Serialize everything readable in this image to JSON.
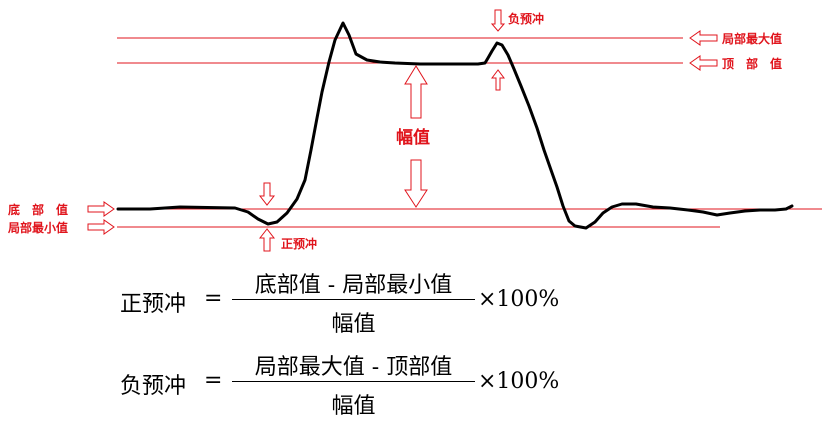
{
  "colors": {
    "guide_line": "#e0141c",
    "waveform": "#000000",
    "arrow": "#e0141c",
    "text": "#000000"
  },
  "labels": {
    "negative_overshoot_top": "负预冲",
    "local_max": "局部最大值",
    "top_value": "顶　部　值",
    "amplitude": "幅值",
    "base_value": "底　部　值",
    "local_min": "局部最小值",
    "positive_overshoot_bottom": "正预冲"
  },
  "formulas": [
    {
      "lhs": "正预冲",
      "eq": "=",
      "numerator": "底部值 - 局部最小值",
      "denominator": "幅值",
      "multiplier": "×100%"
    },
    {
      "lhs": "负预冲",
      "eq": "=",
      "numerator": "局部最大值 - 顶部值",
      "denominator": "幅值",
      "multiplier": "×100%"
    }
  ]
}
